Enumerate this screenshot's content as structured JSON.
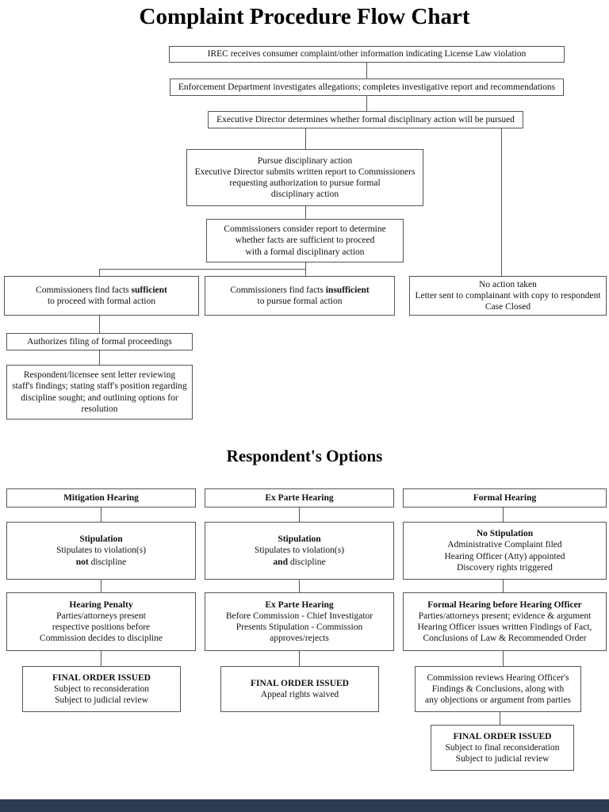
{
  "title": "Complaint Procedure Flow Chart",
  "footer": {
    "color": "#2e3a52",
    "style": "background:#2e3a52"
  },
  "flow": {
    "received": "IREC receives consumer complaint/other information indicating License Law violation",
    "investigates": "Enforcement Department investigates allegations; completes investigative report and recommendations",
    "determines": "Executive Director determines whether formal disciplinary action will be pursued",
    "pursue": [
      "Pursue disciplinary action",
      "Executive Director submits written report to Commissioners",
      "requesting authorization to pursue formal",
      "disciplinary action"
    ],
    "consider": [
      "Commissioners consider report to determine",
      "whether facts are sufficient to proceed",
      "with a formal disciplinary action"
    ],
    "sufficient": {
      "pre": "Commissioners find facts ",
      "bold": "sufficient",
      "line2": "to proceed with formal action"
    },
    "insufficient": {
      "pre": "Commissioners find facts ",
      "bold": "insufficient",
      "line2": "to pursue formal action"
    },
    "no_action": [
      "No action taken",
      "Letter sent to complainant with copy to respondent",
      "Case Closed"
    ],
    "authorizes": "Authorizes filing of formal proceedings",
    "letter": [
      "Respondent/licensee sent letter reviewing",
      "staff's findings; stating staff's position regarding",
      "discipline sought; and outlining options for",
      "resolution"
    ]
  },
  "options": {
    "heading": "Respondent's Options",
    "columns": [
      {
        "header": "Mitigation Hearing",
        "stip_title": "Stipulation",
        "stip_line": "Stipulates to violation(s)",
        "stip_bold": "not",
        "stip_tail": " discipline",
        "hearing_title": "Hearing Penalty",
        "hearing_lines": [
          "Parties/attorneys present",
          "respective positions before",
          "Commission decides to discipline"
        ],
        "final_title": "FINAL ORDER ISSUED",
        "final_lines": [
          "Subject to reconsideration",
          "Subject to judicial review"
        ]
      },
      {
        "header": "Ex Parte Hearing",
        "stip_title": "Stipulation",
        "stip_line": "Stipulates to violation(s)",
        "stip_bold": "and",
        "stip_tail": " discipline",
        "hearing_title": "Ex Parte Hearing",
        "hearing_lines": [
          "Before Commission - Chief Investigator",
          "Presents Stipulation - Commission",
          "approves/rejects"
        ],
        "final_title": "FINAL ORDER ISSUED",
        "final_lines": [
          "Appeal rights waived"
        ]
      },
      {
        "header": "Formal Hearing",
        "stip_title": "No Stipulation",
        "stip_lines": [
          "Administrative Complaint filed",
          "Hearing Officer (Atty) appointed",
          "Discovery rights triggered"
        ],
        "hearing_title": "Formal Hearing before Hearing Officer",
        "hearing_lines": [
          "Parties/attorneys present; evidence & argument",
          "Hearing Officer issues written Findings of Fact,",
          "Conclusions of Law & Recommended Order"
        ],
        "review_lines": [
          "Commission reviews Hearing Officer's",
          "Findings & Conclusions, along with",
          "any objections or argument from parties"
        ],
        "final_title": "FINAL ORDER ISSUED",
        "final_lines": [
          "Subject to final reconsideration",
          "Subject to judicial review"
        ]
      }
    ]
  }
}
